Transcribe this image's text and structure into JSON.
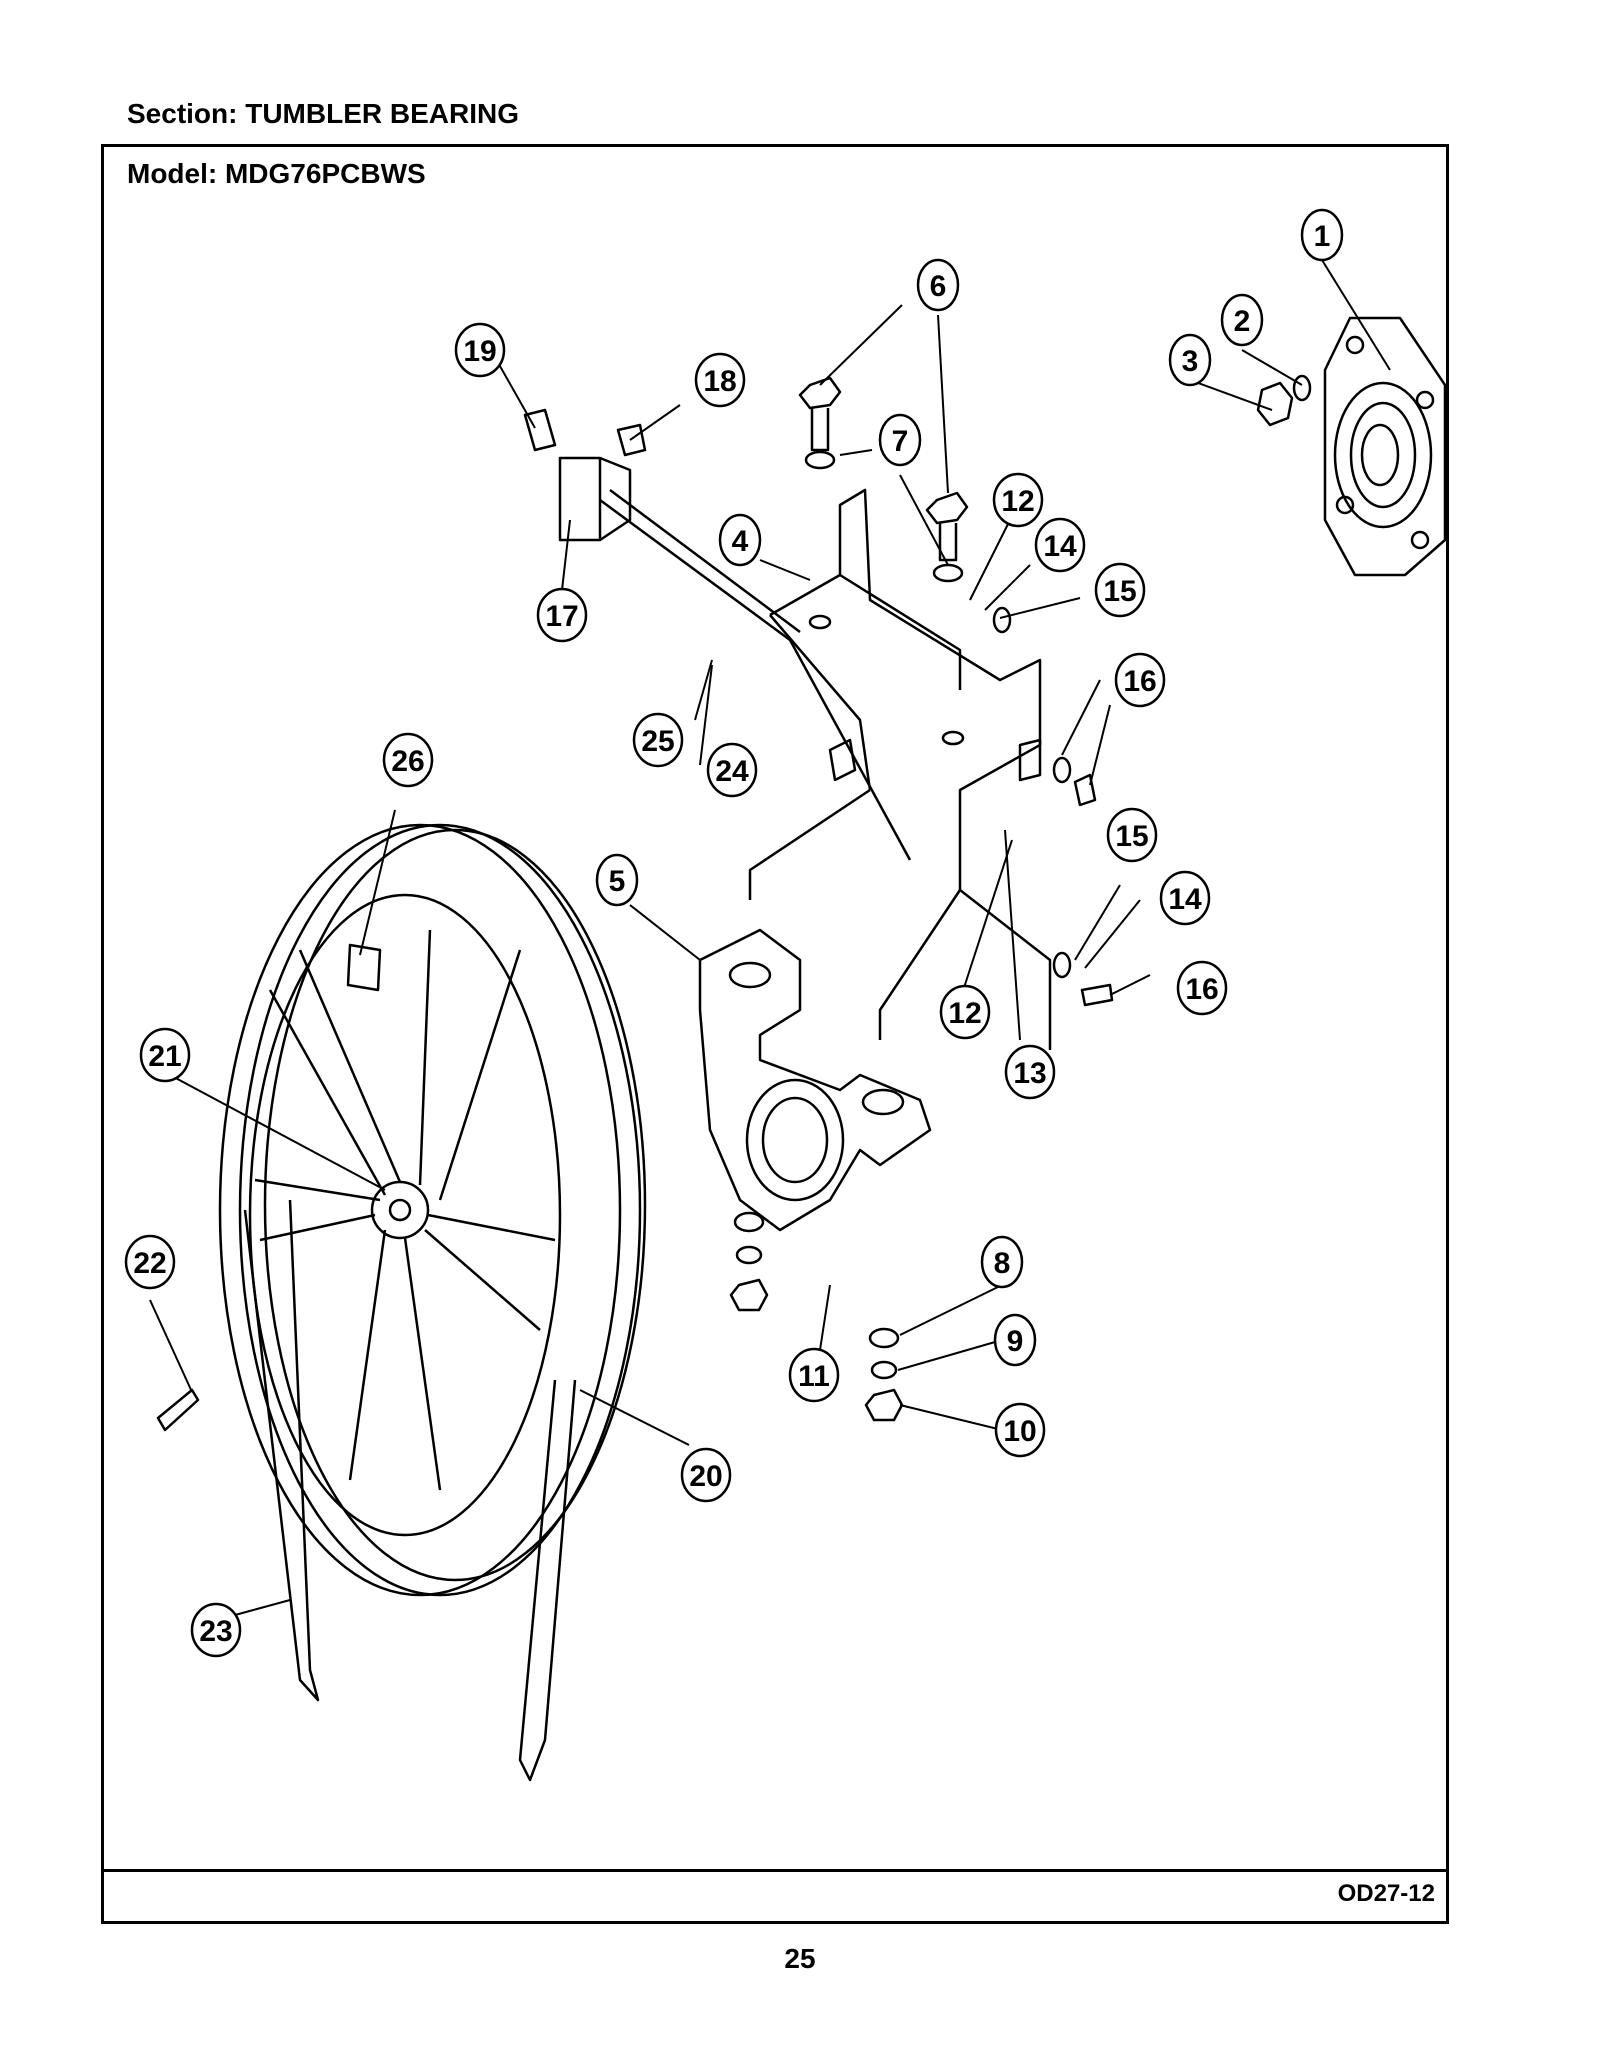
{
  "header": {
    "section_label": "Section:  TUMBLER BEARING"
  },
  "frame": {
    "model_label": "Model:  MDG76PCBWS",
    "drawing_code": "OD27-12"
  },
  "footer": {
    "page_number": "25"
  },
  "diagram": {
    "callouts": [
      "1",
      "2",
      "3",
      "4",
      "5",
      "6",
      "7",
      "8",
      "9",
      "10",
      "11",
      "12",
      "12",
      "13",
      "14",
      "14",
      "15",
      "15",
      "16",
      "16",
      "17",
      "18",
      "19",
      "20",
      "21",
      "22",
      "23",
      "24",
      "25",
      "26"
    ]
  }
}
